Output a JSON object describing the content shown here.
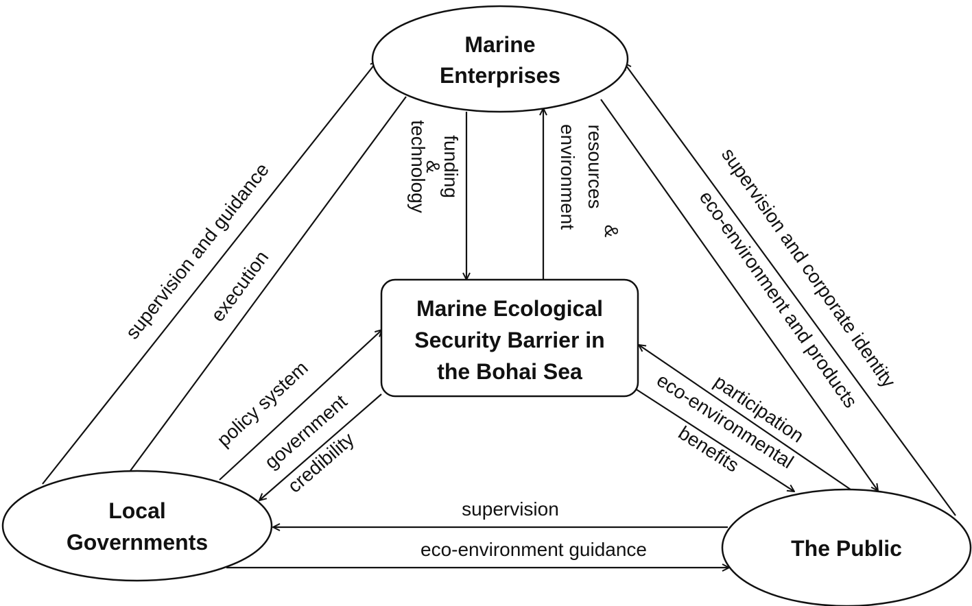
{
  "nodes": {
    "marine_enterprises": [
      "Marine",
      "Enterprises"
    ],
    "barrier": [
      "Marine Ecological",
      "Security Barrier in",
      "the Bohai Sea"
    ],
    "local_governments": [
      "Local",
      "Governments"
    ],
    "the_public": [
      "The Public"
    ]
  },
  "edges": {
    "supervision_and_guidance": "supervision and guidance",
    "execution": "execution",
    "funding_technology": [
      "funding",
      "&",
      "technology"
    ],
    "resources_environment": [
      "resources",
      "&",
      "environment"
    ],
    "supervision_corporate_identity": "supervision and corporate identity",
    "eco_environment_products": "eco-environment  and products",
    "policy_system": "policy system",
    "government_credibility": [
      "government",
      "credibility"
    ],
    "participation": "participation",
    "eco_environmental_benefits": [
      "eco-environmental",
      "benefits"
    ],
    "supervision": "supervision",
    "eco_environment_guidance": "eco-environment  guidance"
  },
  "colors": {
    "stroke": "#111111",
    "background": "#ffffff"
  }
}
